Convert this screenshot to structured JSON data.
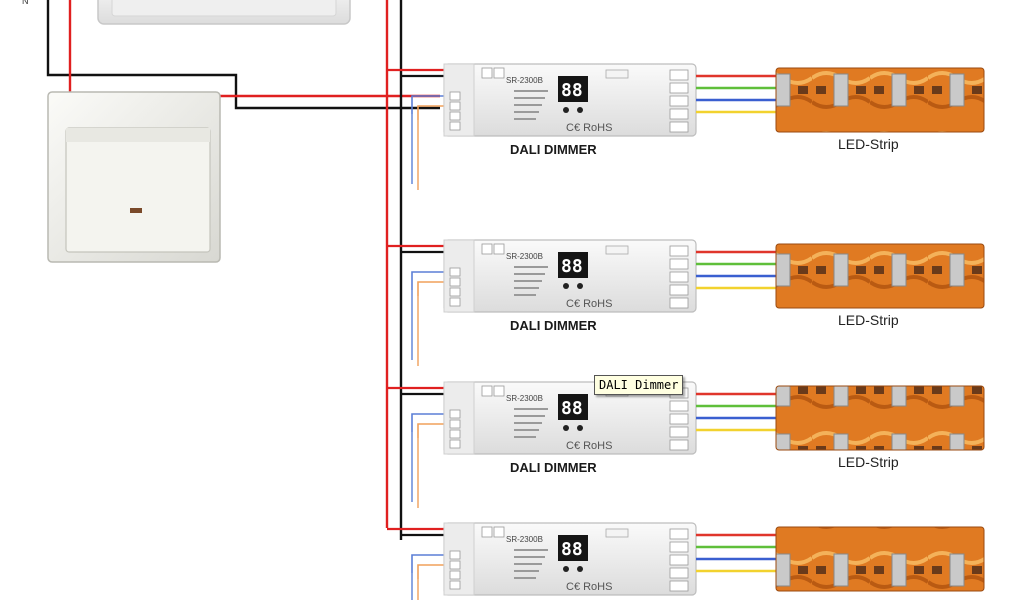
{
  "dimmer_units": [
    {
      "model": "SR-2300B",
      "display": "88",
      "cert": "C€ RoHS",
      "caption": "DALI DIMMER",
      "strip_caption": "LED-Strip"
    },
    {
      "model": "SR-2300B",
      "display": "88",
      "cert": "C€ RoHS",
      "caption": "DALI DIMMER",
      "strip_caption": "LED-Strip"
    },
    {
      "model": "SR-2300B",
      "display": "88",
      "cert": "C€ RoHS",
      "caption": "DALI DIMMER",
      "strip_caption": "LED-Strip"
    },
    {
      "model": "SR-2300B",
      "display": "88",
      "cert": "C€ RoHS",
      "caption": "",
      "strip_caption": ""
    }
  ],
  "tooltip": {
    "text": "DALI Dimmer"
  },
  "wire_colors": {
    "power": "#e02020",
    "neutral": "#111111",
    "dali_a": "#5b7fd6",
    "dali_b": "#f0a05a",
    "ch_red": "#e0352b",
    "ch_green": "#5fbf3a",
    "ch_blue": "#3a5fd0",
    "ch_yellow": "#f2d22e"
  }
}
